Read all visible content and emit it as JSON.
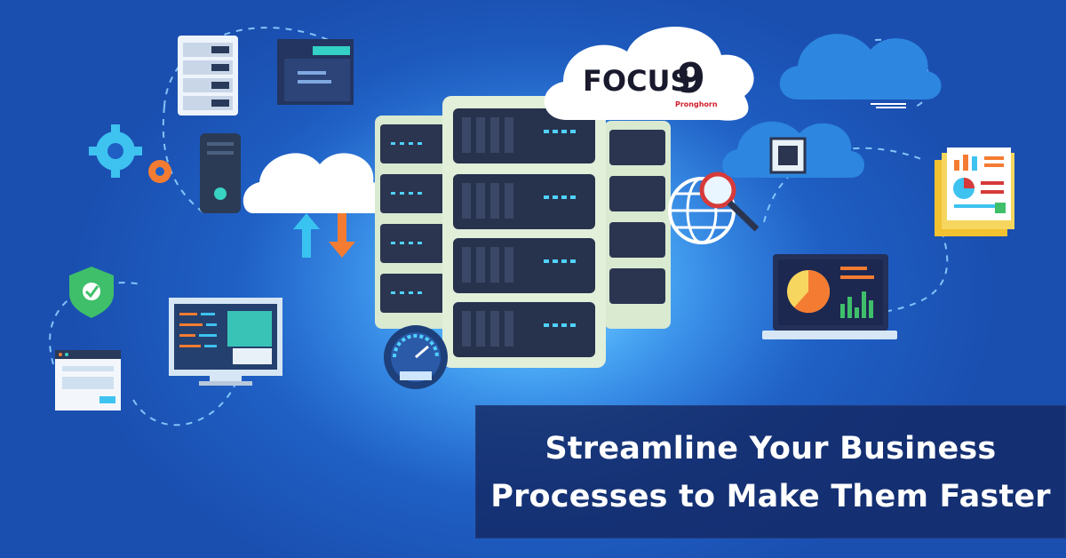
{
  "brand": {
    "logo_word": "FOCUS",
    "logo_number": "9",
    "logo_subtitle": "Pronghorn",
    "logo_color": "#1a1a2e",
    "logo_accent": "#d01c2a"
  },
  "headline": {
    "line1": "Streamline Your Business",
    "line2": "Processes to Make Them Faster"
  },
  "icons": [
    "server-rack-icon",
    "folder-icon",
    "gear-icon",
    "computer-tower-icon",
    "cloud-upload-download-icon",
    "security-shield-icon",
    "monitor-code-icon",
    "browser-window-icon",
    "speedometer-icon",
    "globe-search-icon",
    "cloud-chip-icon",
    "report-documents-icon",
    "laptop-dashboard-icon",
    "cloud-icon"
  ],
  "colors": {
    "background": "#1f5fc4",
    "headline_box": "#14286a",
    "headline_text": "#ffffff",
    "accent_orange": "#f47c32",
    "accent_teal": "#2ec4c0",
    "accent_cyan": "#4fd2ff"
  }
}
